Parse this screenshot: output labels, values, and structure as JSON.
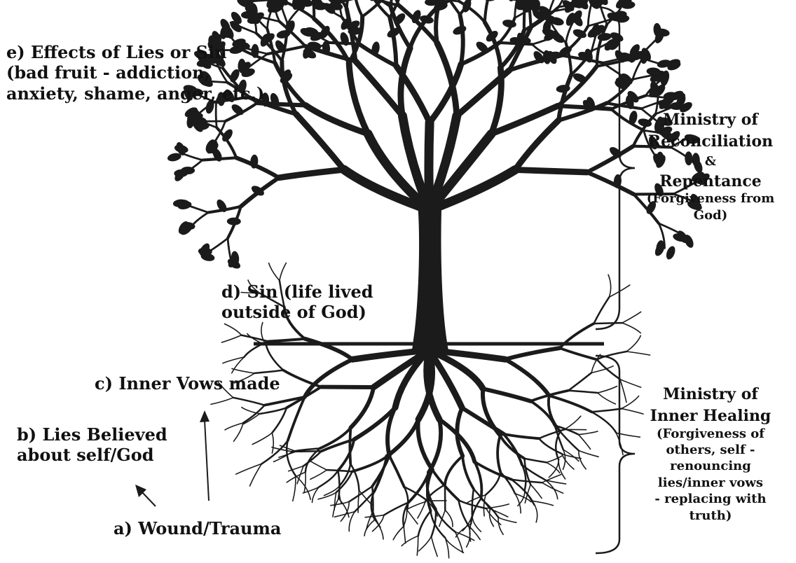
{
  "colors": {
    "ink": "#1b1b1b",
    "background": "#ffffff"
  },
  "labels": {
    "e": [
      "e) Effects of Lies or Sin",
      "(bad fruit - addiction,",
      "anxiety, shame, anger, etc.)"
    ],
    "d": [
      "d) Sin (life lived",
      "outside of God)"
    ],
    "c": "c) Inner Vows made",
    "b": [
      "b) Lies Believed",
      "about self/God"
    ],
    "a": "a) Wound/Trauma"
  },
  "right_top": {
    "title": [
      "Ministry of",
      "Reconciliation",
      "&",
      "Repentance"
    ],
    "sub": [
      "(Forgiveness from",
      "God)"
    ]
  },
  "right_bottom": {
    "title": [
      "Ministry of",
      "Inner Healing"
    ],
    "sub": [
      "(Forgiveness of",
      "others, self -",
      "renouncing",
      "lies/inner vows",
      "- replacing with",
      "truth)"
    ]
  }
}
